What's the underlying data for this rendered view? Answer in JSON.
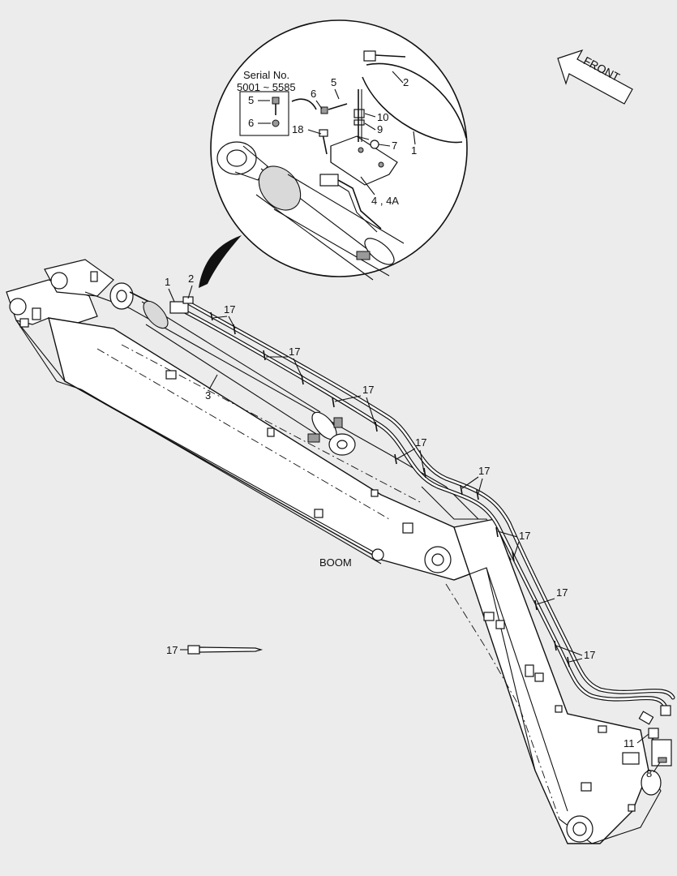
{
  "diagram": {
    "direction_label": "FRONT",
    "part_label": "BOOM",
    "serial_box": {
      "title": "Serial No.",
      "range": "5001 ~ 5585",
      "items": [
        "5",
        "6"
      ]
    },
    "callouts": {
      "c1": "1",
      "c2": "2",
      "c3": "3",
      "c4": "4 , 4A",
      "c5": "5",
      "c6": "6",
      "c7": "7",
      "c8": "8",
      "c9": "9",
      "c10": "10",
      "c11": "11",
      "c17": "17",
      "c18": "18"
    }
  }
}
